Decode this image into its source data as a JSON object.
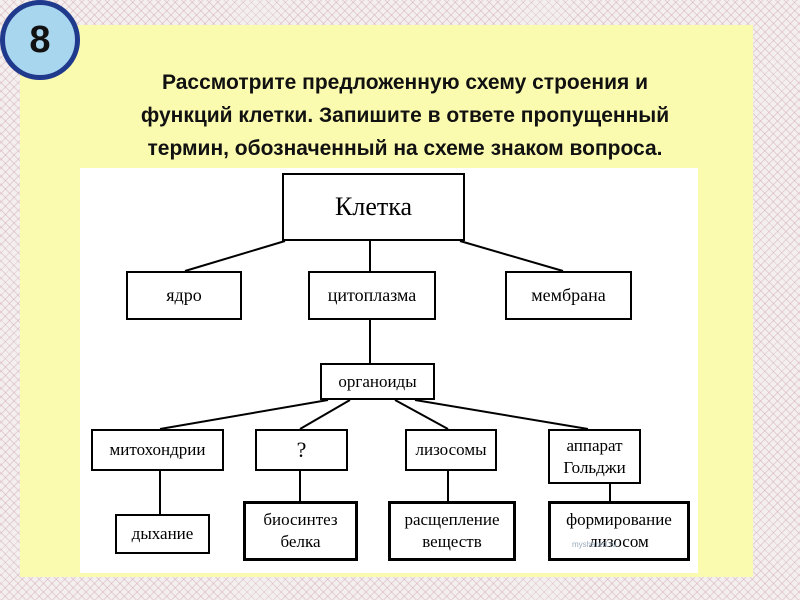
{
  "badge": "8",
  "title_lines": [
    "Рассмотрите предложенную схему строения и",
    "функций клетки. Запишите в ответе пропущенный",
    "термин, обозначенный на схеме знаком вопроса."
  ],
  "nodes": {
    "cell": "Клетка",
    "nucleus": "ядро",
    "cytoplasm": "цитоплазма",
    "membrane": "мембрана",
    "organelles": "органоиды",
    "mitochondria": "митохондрии",
    "unknown": "?",
    "lysosomes": "лизосомы",
    "golgi": "аппарат\nГольджи",
    "respiration": "дыхание",
    "protein_synthesis": "биосинтез\nбелка",
    "breakdown": "расщепление\nвеществ",
    "lysosome_formation": "формирование\nлизосом"
  },
  "watermark": "myshared.ru"
}
